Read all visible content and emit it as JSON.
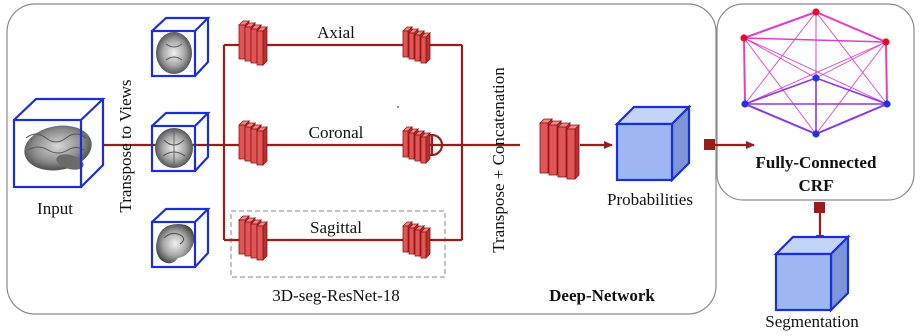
{
  "labels": {
    "input": "Input",
    "transpose_views": "Transpose to Views",
    "axial": "Axial",
    "coronal": "Coronal",
    "sagittal": "Sagittal",
    "transpose_concat": "Transpose + Concatenation",
    "probabilities": "Probabilities",
    "model_name": "3D-seg-ResNet-18",
    "deep_network": "Deep-Network",
    "crf_line1": "Fully-Connected",
    "crf_line2": "CRF",
    "segmentation": "Segmentation"
  },
  "colors": {
    "pipeline_line": "#9c1c1c",
    "block_fill": "#e05555",
    "block_stroke": "#8f1515",
    "cube_outline": "#1a2fd6",
    "cube_fill": "#9cb7f3",
    "crf_edge_pink": "#e040c8",
    "crf_edge_purple": "#8a3ae0",
    "crf_node_red": "#e0102a",
    "crf_node_blue": "#2233dd"
  },
  "icons": {
    "sum_node": "circle-plus-icon",
    "brain_input": "brain-volume-icon",
    "brain_axial": "brain-axial-slice-icon",
    "brain_coronal": "brain-coronal-slice-icon",
    "brain_sagittal": "brain-sagittal-slice-icon"
  }
}
